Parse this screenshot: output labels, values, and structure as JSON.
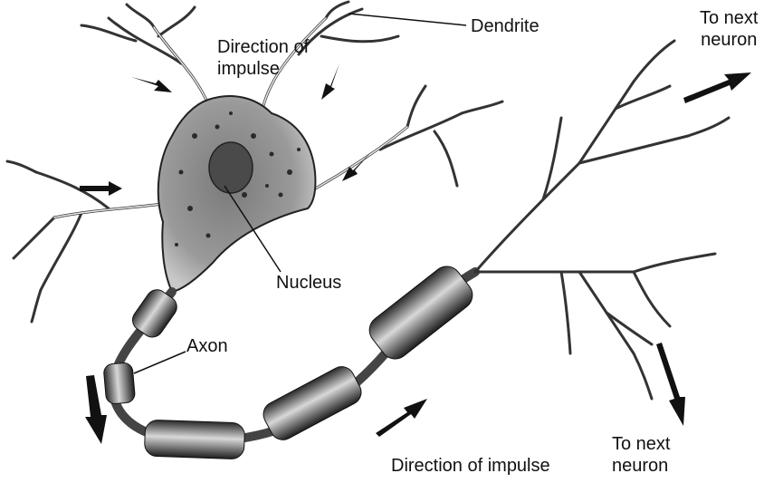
{
  "labels": {
    "dendrite": "Dendrite",
    "direction_top_line1": "Direction of",
    "direction_top_line2": "impulse",
    "next_top_line1": "To next",
    "next_top_line2": "neuron",
    "nucleus": "Nucleus",
    "axon": "Axon",
    "direction_bottom": "Direction of impulse",
    "next_bottom_line1": "To next",
    "next_bottom_line2": "neuron"
  },
  "colors": {
    "ink": "#111111",
    "cell_fill": "#8a8a8a",
    "myelin": "#5a5a5a",
    "branch": "#e6e6e6"
  }
}
